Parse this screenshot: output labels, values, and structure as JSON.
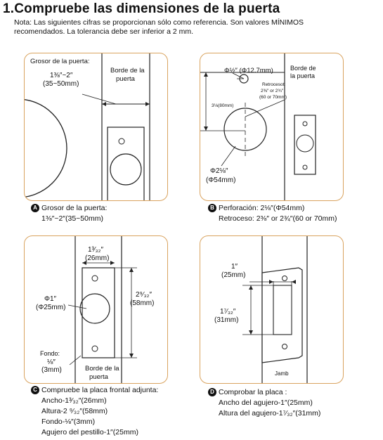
{
  "header": {
    "title": "1.Compruebe las dimensiones de la puerta",
    "note_line1": "Nota: Las siguientes cifras se proporcionan sólo como referencia. Son valores MÍNIMOS",
    "note_line2": "recomendados. La tolerancia debe ser inferior a 2 mm."
  },
  "panels": {
    "a": {
      "label_thickness": "Grosor de la puerta:",
      "dim_inch": "1⅜″~2″",
      "dim_mm": "(35~50mm)",
      "label_edge_1": "Borde de la",
      "label_edge_2": "puerta"
    },
    "b": {
      "hole_inch": "Φ½″ (Φ12.7mm)",
      "label_edge_1": "Borde de",
      "label_edge_2": "la puerta",
      "backset_1": "Retrocesot:",
      "backset_2": "2⅜″ or 2¾″",
      "backset_3": "(60 or 70mm)",
      "height": "3⅛(80mm)",
      "bore_inch": "Φ2⅛″",
      "bore_mm": "(Φ54mm)"
    },
    "c": {
      "width_inch": "1³⁄₃₂″",
      "width_mm": "(26mm)",
      "height_inch": "2⁹⁄₃₂″",
      "height_mm": "(58mm)",
      "hole_inch": "Φ1″",
      "hole_mm": "(Φ25mm)",
      "depth_label": "Fondo:",
      "depth_inch": "⅛″",
      "depth_mm": "(3mm)",
      "label_edge_1": "Borde de la",
      "label_edge_2": "puerta"
    },
    "d": {
      "width_inch": "1″",
      "width_mm": "(25mm)",
      "height_inch": "1⁷⁄₃₂″",
      "height_mm": "(31mm)",
      "jamb": "Jamb"
    }
  },
  "captions": {
    "a": {
      "badge": "A",
      "line1": "Grosor de la puerta:",
      "line2": "1⅜″~2″(35~50mm)"
    },
    "b": {
      "badge": "B",
      "line1": "Perforación: 2⅛″(Φ54mm)",
      "line2": "Retroceso: 2⅜″ or 2¾″(60 or 70mm)"
    },
    "c": {
      "badge": "C",
      "line1": "Compruebe la placa frontal adjunta:",
      "line2": "Ancho-1³⁄₃₂″(26mm)",
      "line3": "Altura-2 ⁹⁄₃₂″(58mm)",
      "line4": "Fondo-⅛″(3mm)",
      "line5": "Agujero del pestillo-1″(25mm)"
    },
    "d": {
      "badge": "D",
      "line1": "Comprobar la placa :",
      "line2": "Ancho del agujero-1″(25mm)",
      "line3": "Altura del agujero-1⁷⁄₃₂″(31mm)"
    }
  }
}
